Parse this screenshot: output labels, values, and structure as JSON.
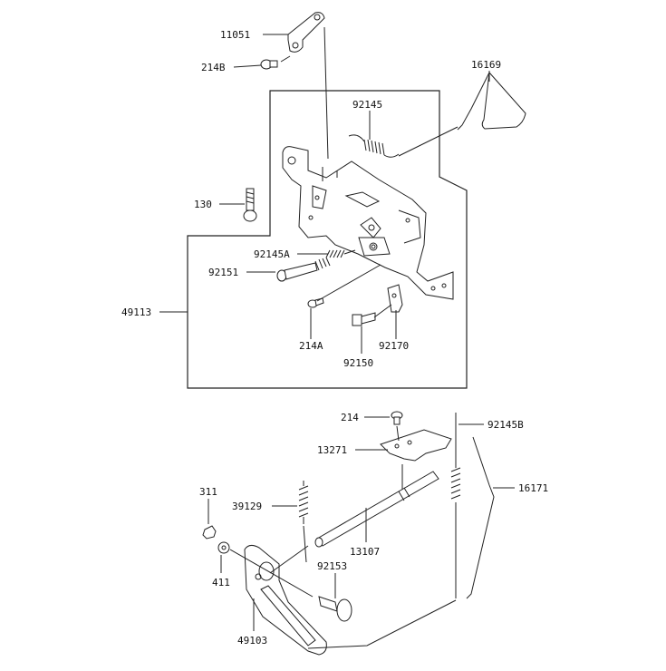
{
  "diagram": {
    "callouts": {
      "p11051": "11051",
      "p214B": "214B",
      "p16169": "16169",
      "p92145": "92145",
      "p130": "130",
      "p92145A": "92145A",
      "p92151": "92151",
      "p49113": "49113",
      "p214A": "214A",
      "p92170": "92170",
      "p92150": "92150",
      "p214": "214",
      "p92145B": "92145B",
      "p13271": "13271",
      "p16171": "16171",
      "p311": "311",
      "p39129": "39129",
      "p13107": "13107",
      "p411": "411",
      "p92153": "92153",
      "p49103": "49103"
    }
  }
}
